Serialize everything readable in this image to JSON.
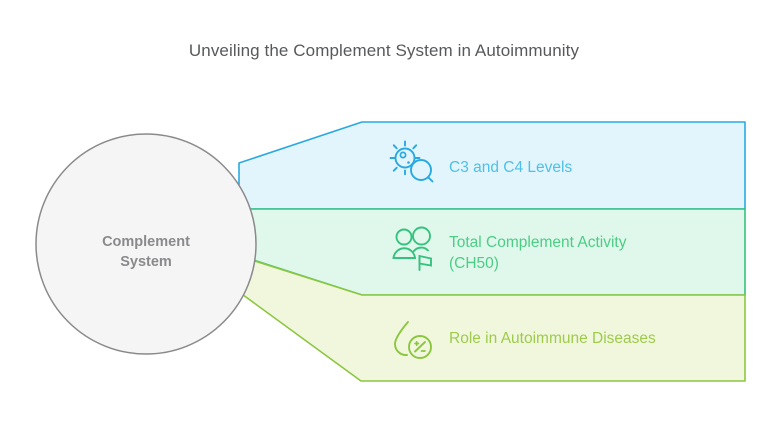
{
  "page": {
    "title": "Unveiling the Complement System in Autoimmunity",
    "background_color": "#ffffff",
    "title_color": "#58595b"
  },
  "central_node": {
    "label_line1": "Complement",
    "label_line2": "System",
    "fill_color": "#f5f5f5",
    "border_color": "#8a8a8d",
    "text_color": "#8a8a8d"
  },
  "branches": [
    {
      "id": "c3-c4-levels",
      "label_line1": "C3 and C4 Levels",
      "label_line2": "",
      "icon": "germ-magnifier-icon",
      "fill_color": "#e2f4fc",
      "stroke_color": "#29a9e0",
      "text_color": "#4fc0e8"
    },
    {
      "id": "total-complement-activity",
      "label_line1": "Total Complement Activity",
      "label_line2": "(CH50)",
      "icon": "people-flag-icon",
      "fill_color": "#e0f8ec",
      "stroke_color": "#34c27e",
      "text_color": "#4ccd85"
    },
    {
      "id": "role-in-autoimmune-diseases",
      "label_line1": "Role in Autoimmune Diseases",
      "label_line2": "",
      "icon": "blood-drop-rh-icon",
      "fill_color": "#f0f7dc",
      "stroke_color": "#8cc63f",
      "text_color": "#9ecb4c"
    }
  ]
}
